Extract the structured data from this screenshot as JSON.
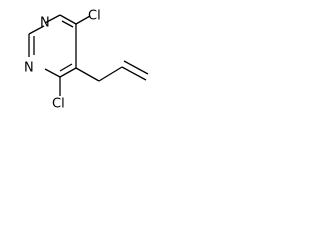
{
  "molecule": {
    "atoms": {
      "n_top": "N",
      "n_left": "N",
      "cl_top": "Cl",
      "cl_bottom": "Cl"
    }
  }
}
